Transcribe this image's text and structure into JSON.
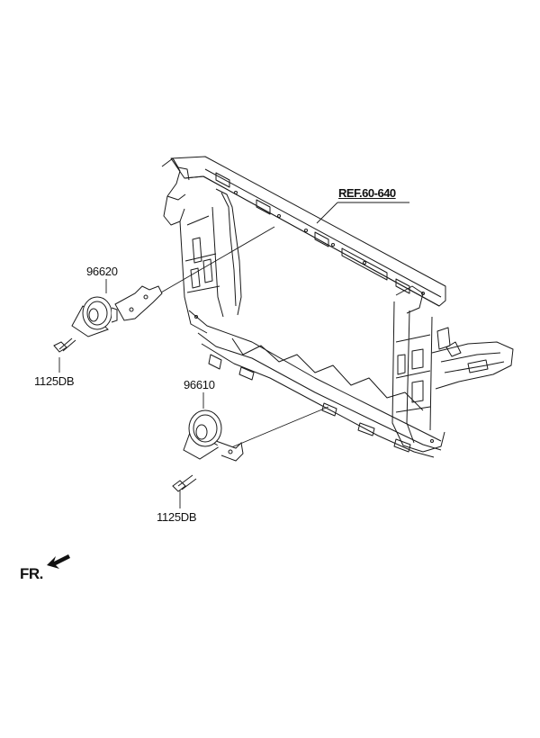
{
  "labels": {
    "ref": "REF.60-640",
    "horn_upper": "96620",
    "bolt_upper": "1125DB",
    "horn_lower": "96610",
    "bolt_lower": "1125DB",
    "front": "FR."
  },
  "colors": {
    "line": "#1a1a1a",
    "background": "#ffffff"
  },
  "icons": {
    "front_arrow": "arrow-down-left-icon"
  }
}
